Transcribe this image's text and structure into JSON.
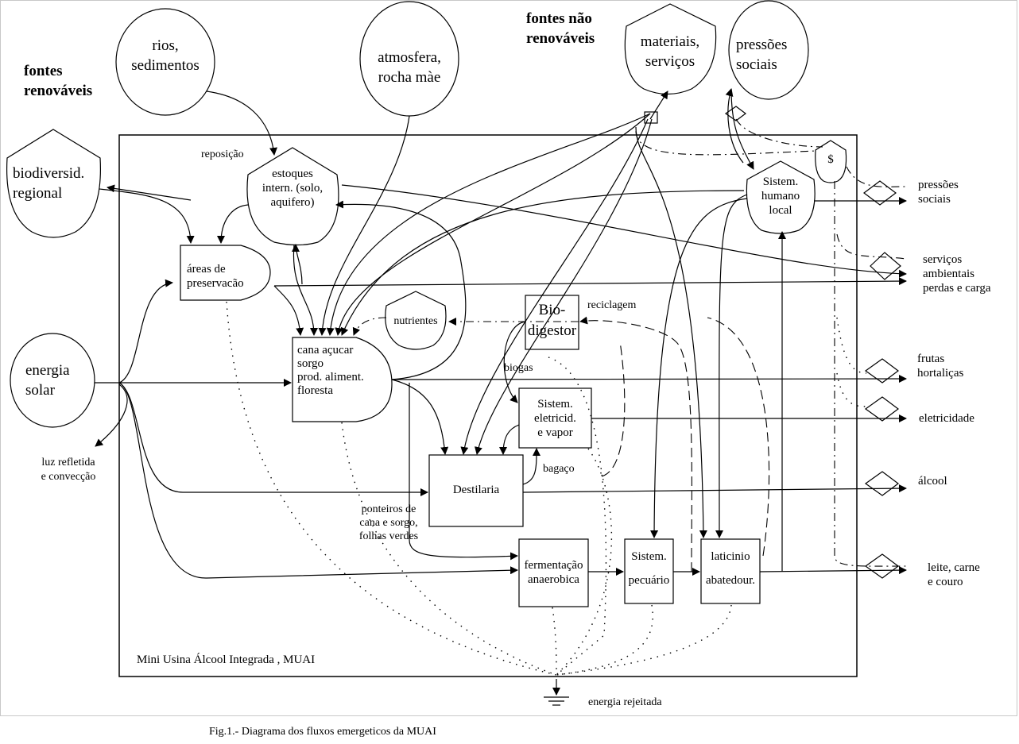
{
  "figure": {
    "caption": "Fig.1.- Diagrama dos fluxos emergeticos da MUAI",
    "system_boundary_label": "Mini Usina Álcool Integrada , MUAI"
  },
  "headings": {
    "renewable": [
      "fontes",
      "renováveis"
    ],
    "non_renewable": [
      "fontes não",
      "renováveis"
    ]
  },
  "sources": {
    "rivers": [
      "rios,",
      "sedimentos"
    ],
    "atmosphere": [
      "atmosfera,",
      "rocha màe"
    ],
    "materials": [
      "materiais,",
      "serviços"
    ],
    "social_pressure": [
      "pressões",
      "sociais"
    ],
    "biodiversity": [
      "biodiversid.",
      "regional"
    ],
    "solar": [
      "energia",
      "solar"
    ]
  },
  "components": {
    "storage": [
      "estoques",
      "intern. (solo,",
      "aquifero)"
    ],
    "preservation": [
      "áreas de",
      "preservacão"
    ],
    "crops": [
      "cana açucar",
      "sorgo",
      "prod. aliment.",
      "floresta"
    ],
    "nutrients": "nutrientes",
    "biodigester": [
      "Bio-",
      "digestor"
    ],
    "electric": [
      "Sistem.",
      "eletricid.",
      "e vapor"
    ],
    "distillery": "Destilaria",
    "fermentation": [
      "fermentação",
      "anaerobica"
    ],
    "livestock": [
      "Sistem.",
      "pecuário"
    ],
    "dairy": [
      "laticinio",
      "abatedour."
    ],
    "human": [
      "Sistem.",
      "humano",
      "local"
    ],
    "money": "$"
  },
  "flow_labels": {
    "replenishment": "reposição",
    "recycling": "reciclagem",
    "biogas": "biogas",
    "bagasse": "bagaço",
    "tops": [
      "ponteiros de",
      "cana e sorgo,",
      "folhas verdes"
    ],
    "reflected": [
      "luz refletida",
      "e convecção"
    ],
    "rejected_energy": "energia rejeitada"
  },
  "outputs": [
    {
      "label": [
        "pressões",
        "sociais"
      ]
    },
    {
      "label": [
        "serviços",
        "ambientais",
        "perdas e carga"
      ]
    },
    {
      "label": [
        "frutas",
        "hortaliças"
      ]
    },
    {
      "label": [
        "eletricidade"
      ]
    },
    {
      "label": [
        "álcool"
      ]
    },
    {
      "label": [
        "leite, carne",
        "e couro"
      ]
    }
  ]
}
